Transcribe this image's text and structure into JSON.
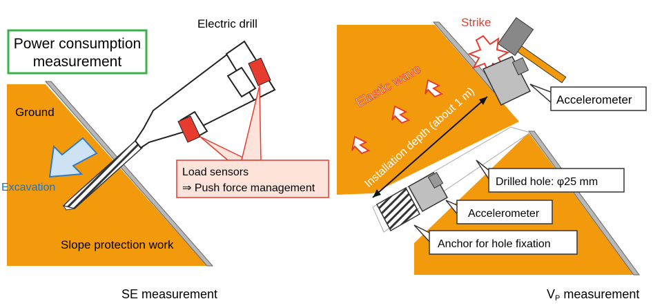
{
  "left_panel": {
    "box_title_line1": "Power consumption",
    "box_title_line2": "measurement",
    "drill_label": "Electric drill",
    "ground_label": "Ground",
    "excavation_label": "Excavation",
    "load_sensors_line1": "Load sensors",
    "load_sensors_line2": "⇒ Push force management",
    "slope_label": "Slope protection work",
    "caption": "SE measurement"
  },
  "right_panel": {
    "strike_label": "Strike",
    "elastic_wave_label": "Elastic wave",
    "accelerometer_top_label": "Accelerometer",
    "installation_depth_label": "Installation depth (about 1 m)",
    "drilled_hole_label": "Drilled hole: φ25 mm",
    "accelerometer_bottom_label": "Accelerometer",
    "anchor_label": "Anchor for hole fixation",
    "caption_main": "V",
    "caption_sub": "P",
    "caption_rest": " measurement"
  },
  "colors": {
    "ground": "#f39a0c",
    "slope_plate": "#b8b8b8",
    "label_box_border": "#3cb34a",
    "sensor_red": "#e63b2e",
    "callout_fill": "#fde3da",
    "callout_border": "#e63b2e",
    "excavation_arrow": "#cde3f5",
    "excavation_text": "#1e73be",
    "hammer_handle": "#f39a0c",
    "strike_red": "#e63b2e"
  }
}
